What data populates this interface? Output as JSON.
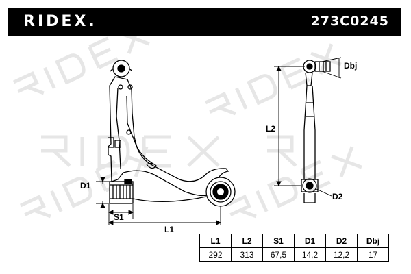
{
  "header": {
    "brand": "RIDEX.",
    "part_number": "273C0245",
    "watermark": "RIDEX"
  },
  "dimensions": {
    "L1": "L1",
    "L2": "L2",
    "S1": "S1",
    "D1": "D1",
    "D2": "D2",
    "Dbj": "Dbj"
  },
  "specs": {
    "headers": [
      "L1",
      "L2",
      "S1",
      "D1",
      "D2",
      "Dbj"
    ],
    "values": [
      "292",
      "313",
      "67,5",
      "14,2",
      "12,2",
      "17"
    ]
  }
}
